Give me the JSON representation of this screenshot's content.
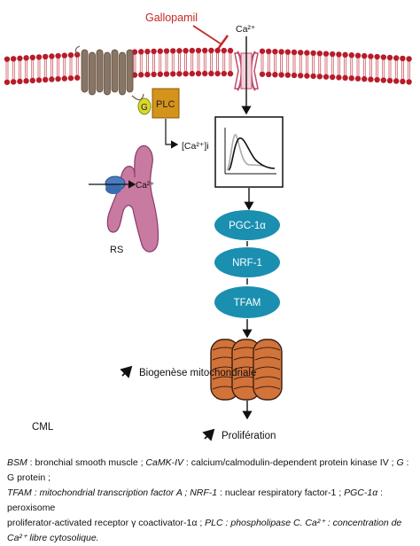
{
  "labels": {
    "gallopamil": "Gallopamil",
    "ca_channel": "Ca²⁺",
    "g_protein": "G",
    "plc": "PLC",
    "cytosolic_ca": "[Ca²⁺]i",
    "rs_ca": "Ca²⁺",
    "rs": "RS",
    "pgc": "PGC-1α",
    "nrf": "NRF-1",
    "tfam": "TFAM",
    "biogenesis": "Biogenèse mitochondriale",
    "cml": "CML",
    "proliferation": "Prolifération"
  },
  "caption": {
    "line1_a": "BSM",
    "line1_b": " : bronchial smooth muscle ; ",
    "line1_c": "CaMK-IV",
    "line1_d": " : calcium/calmodulin-dependent protein kinase IV ; ",
    "line1_e": "G",
    "line1_f": " : G protein ;",
    "line2_a": "TFAM",
    "line2_b": " : mitochondrial transcription factor A ; ",
    "line2_c": "NRF-1",
    "line2_d": " : nuclear respiratory factor-1 ; ",
    "line2_e": "PGC-1α",
    "line2_f": " : peroxisome",
    "line3_a": "proliferator-activated receptor γ coactivator-1α ; ",
    "line3_b": "PLC",
    "line3_c": " : phospholipase C. Ca²⁺ : concentration de Ca²⁺ libre cytosolique."
  },
  "colors": {
    "membrane": "#b71c2a",
    "gallopamil_text": "#c62828",
    "receptor": "#8a7565",
    "plc_box": "#d4931a",
    "g_protein": "#d8d82a",
    "er": "#c97aa0",
    "er_channel": "#4a7dc0",
    "channel": "#c04a6a",
    "oval": "#1a8fb0",
    "mito": "#d2733a"
  }
}
